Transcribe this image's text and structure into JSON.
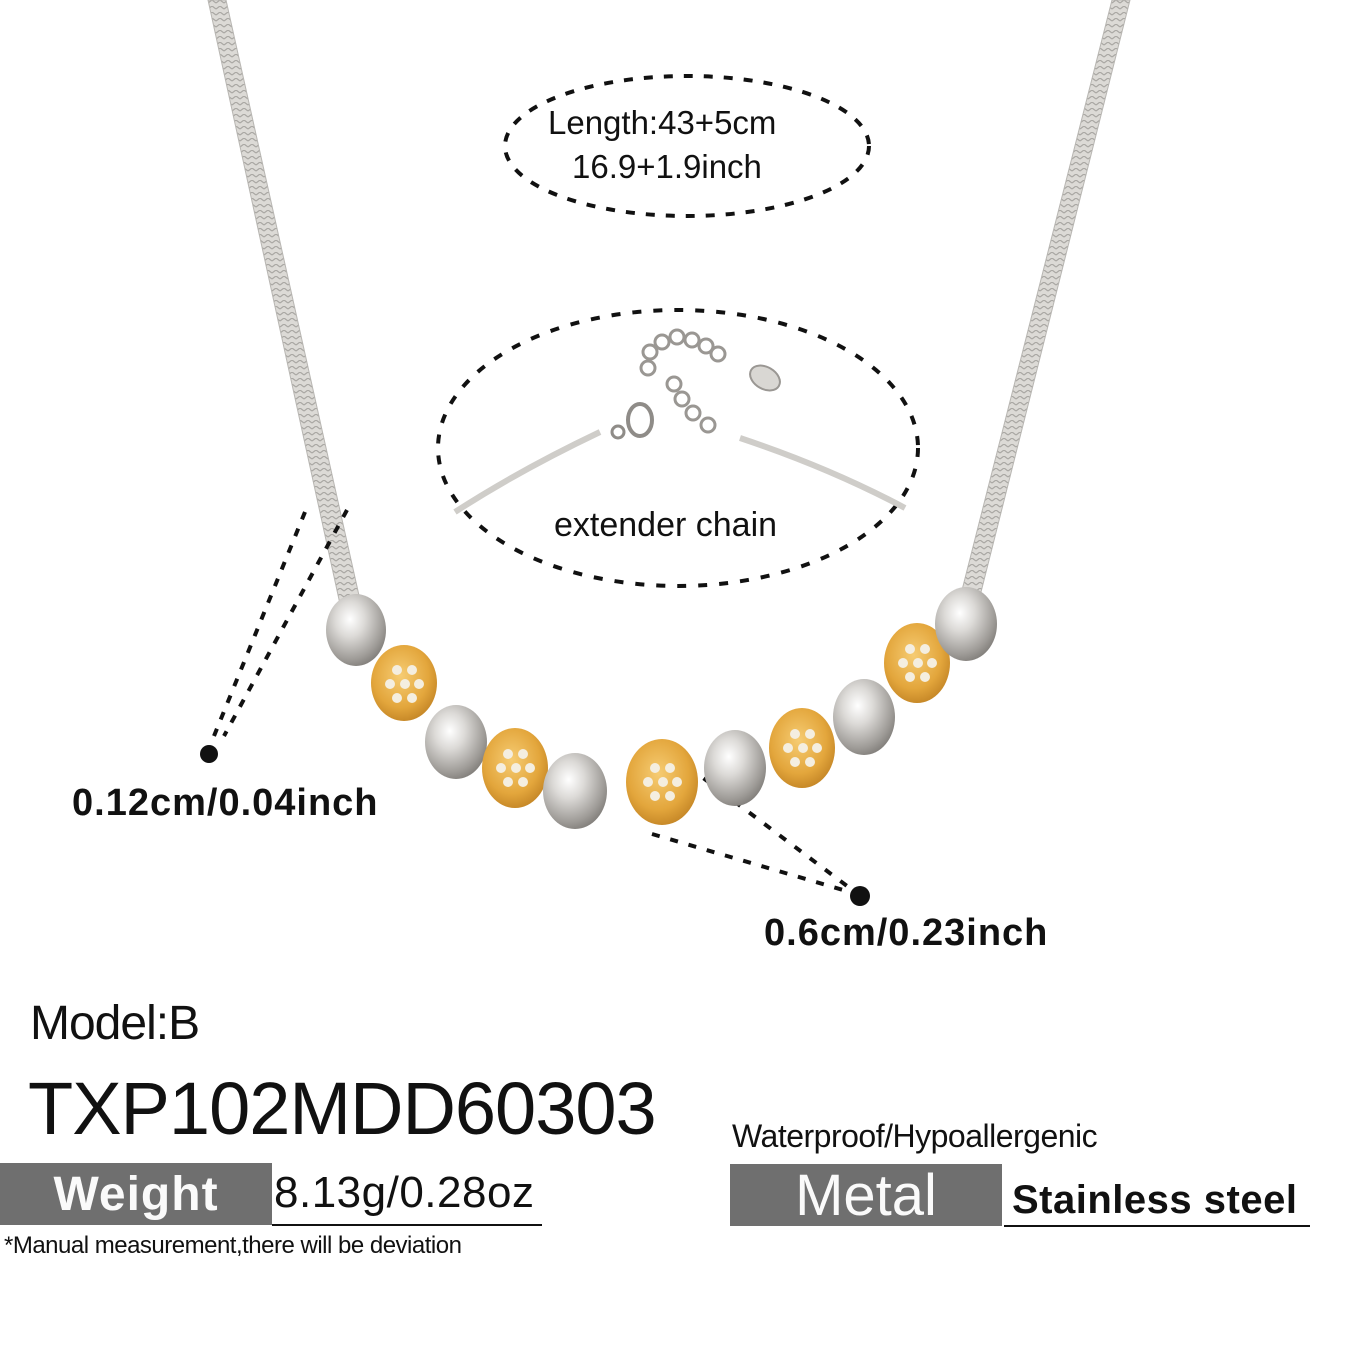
{
  "product": {
    "type": "necklace",
    "chain_style": "silver snake chain",
    "bead_pattern": [
      "silver",
      "gold-cz",
      "silver",
      "gold-cz",
      "silver",
      "gold-cz",
      "silver",
      "gold-cz",
      "silver",
      "gold-cz",
      "silver"
    ]
  },
  "callouts": {
    "length_line1": "Length:43+5cm",
    "length_line2": "16.9+1.9inch",
    "extender_label": "extender chain",
    "chain_width": "0.12cm/0.04inch",
    "bead_size": "0.6cm/0.23inch"
  },
  "specs": {
    "model": "Model:B",
    "sku": "TXP102MDD60303",
    "features": "Waterproof/Hypoallergenic",
    "weight_label": "Weight",
    "weight_value": "8.13g/0.28oz",
    "metal_label": "Metal",
    "metal_value": "Stainless steel",
    "disclaimer": "*Manual measurement,there will be deviation"
  },
  "colors": {
    "label_box": "#6f6f6f",
    "silver": "#c9c7c4",
    "gold": "#e0a53a",
    "text": "#111111"
  }
}
